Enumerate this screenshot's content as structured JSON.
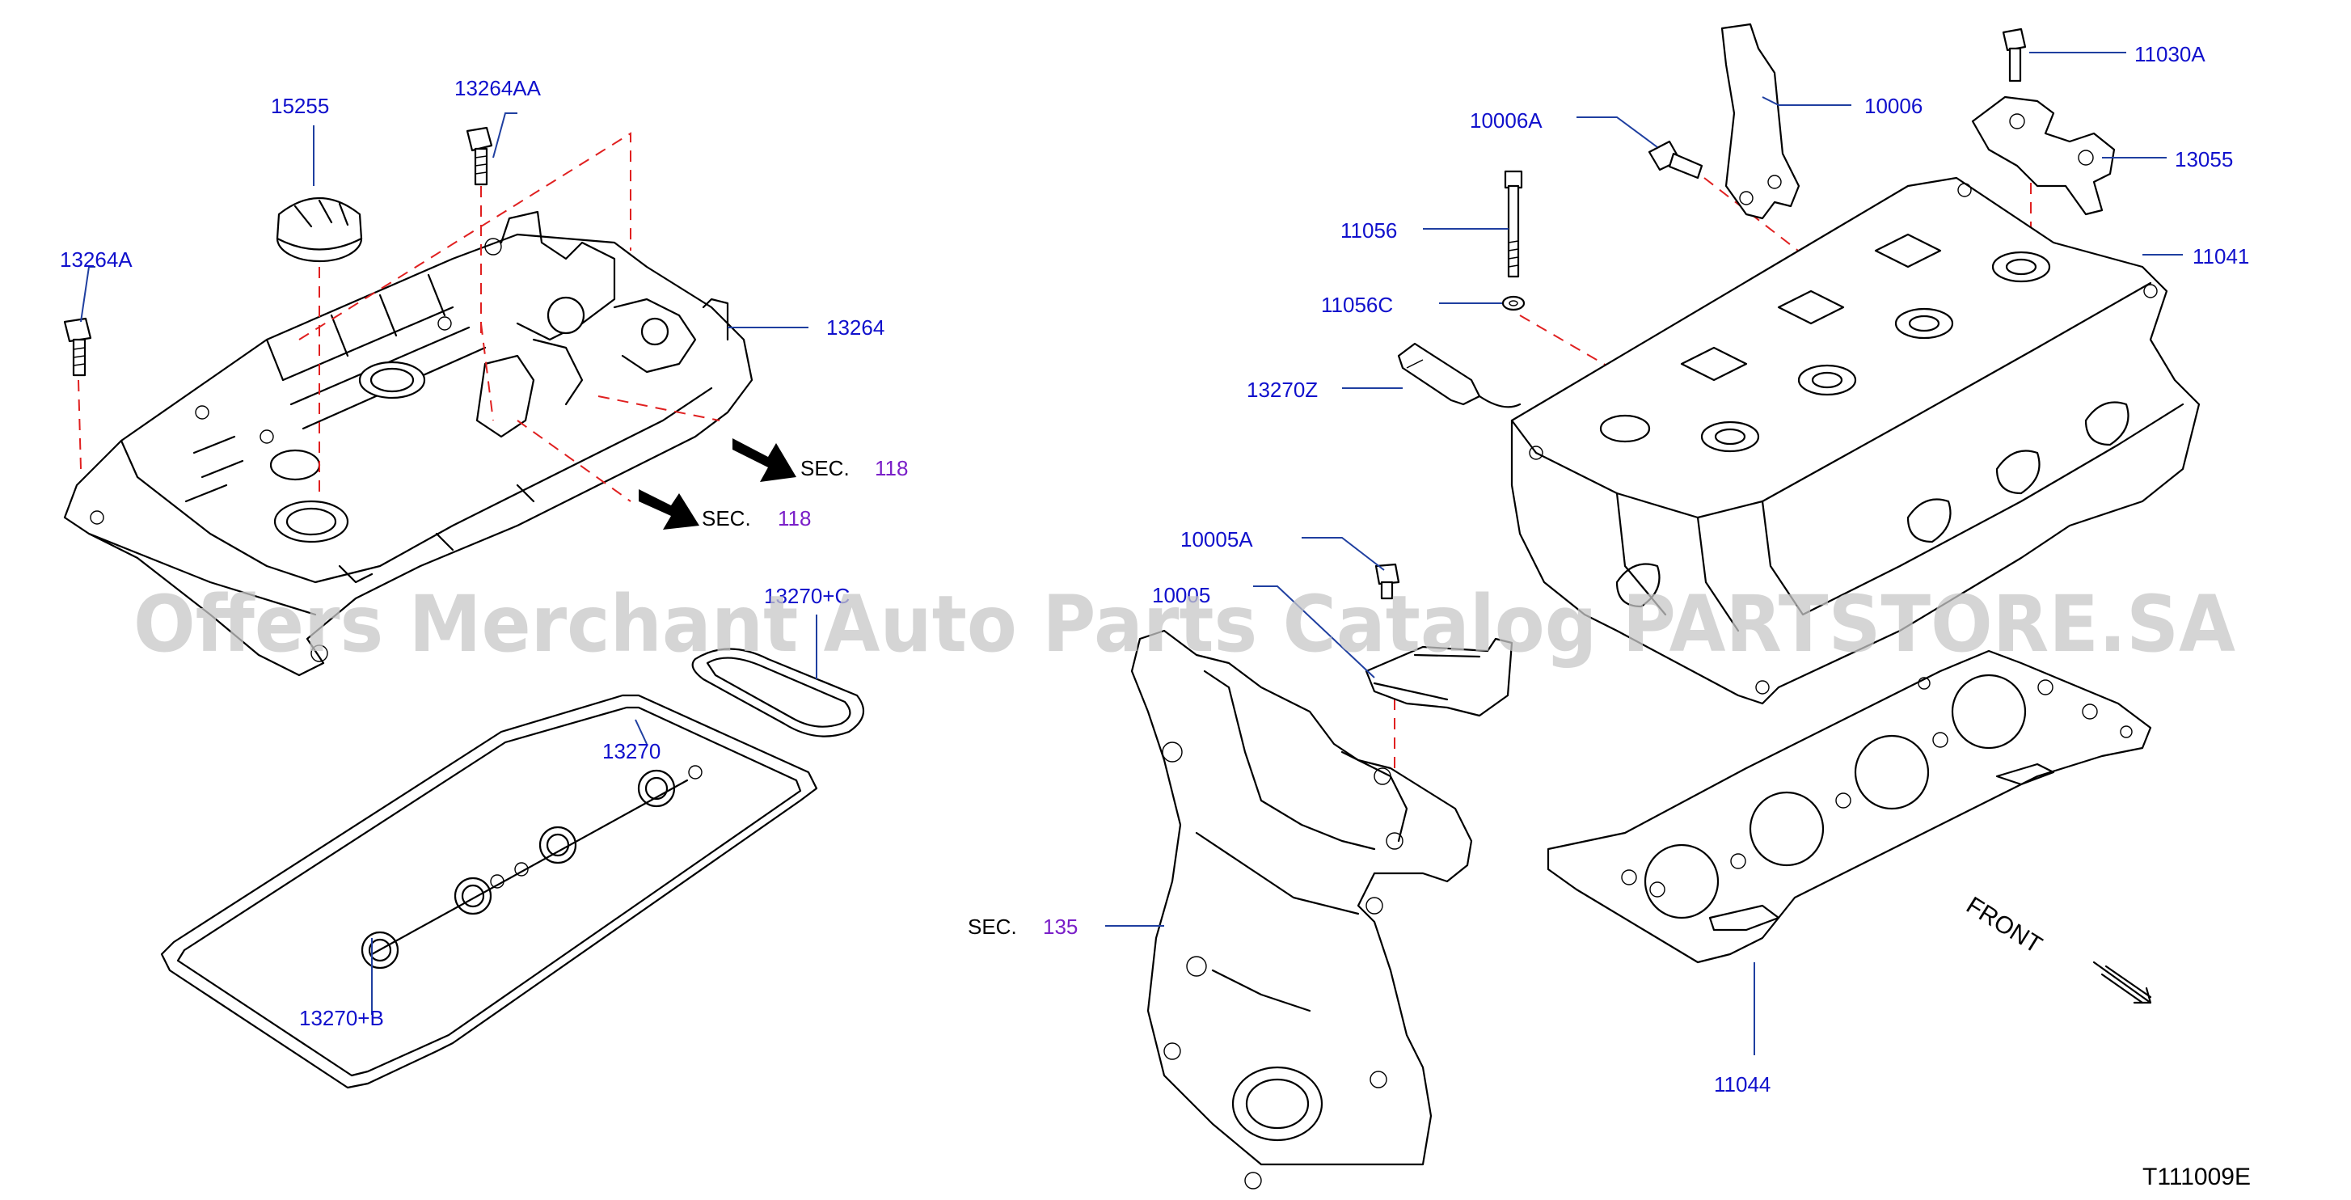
{
  "watermark": "Offers Merchant Auto Parts Catalog PARTSTORE.SA",
  "diagram_code": "T111009E",
  "front_label": "FRONT",
  "parts": [
    {
      "id": "p15255",
      "label": "15255"
    },
    {
      "id": "p13264AA",
      "label": "13264AA"
    },
    {
      "id": "p13264A",
      "label": "13264A"
    },
    {
      "id": "p13264",
      "label": "13264"
    },
    {
      "id": "p13270C",
      "label": "13270+C"
    },
    {
      "id": "p13270",
      "label": "13270"
    },
    {
      "id": "p13270B",
      "label": "13270+B"
    },
    {
      "id": "p10006A",
      "label": "10006A"
    },
    {
      "id": "p10006",
      "label": "10006"
    },
    {
      "id": "p11030A",
      "label": "11030A"
    },
    {
      "id": "p13055",
      "label": "13055"
    },
    {
      "id": "p11056",
      "label": "11056"
    },
    {
      "id": "p11056C",
      "label": "11056C"
    },
    {
      "id": "p11041",
      "label": "11041"
    },
    {
      "id": "p13270Z",
      "label": "13270Z"
    },
    {
      "id": "p10005A",
      "label": "10005A"
    },
    {
      "id": "p10005",
      "label": "10005"
    },
    {
      "id": "p11044",
      "label": "11044"
    }
  ],
  "section_refs": [
    {
      "prefix": "SEC.",
      "number": "118"
    },
    {
      "prefix": "SEC.",
      "number": "118"
    },
    {
      "prefix": "SEC.",
      "number": "135"
    }
  ]
}
